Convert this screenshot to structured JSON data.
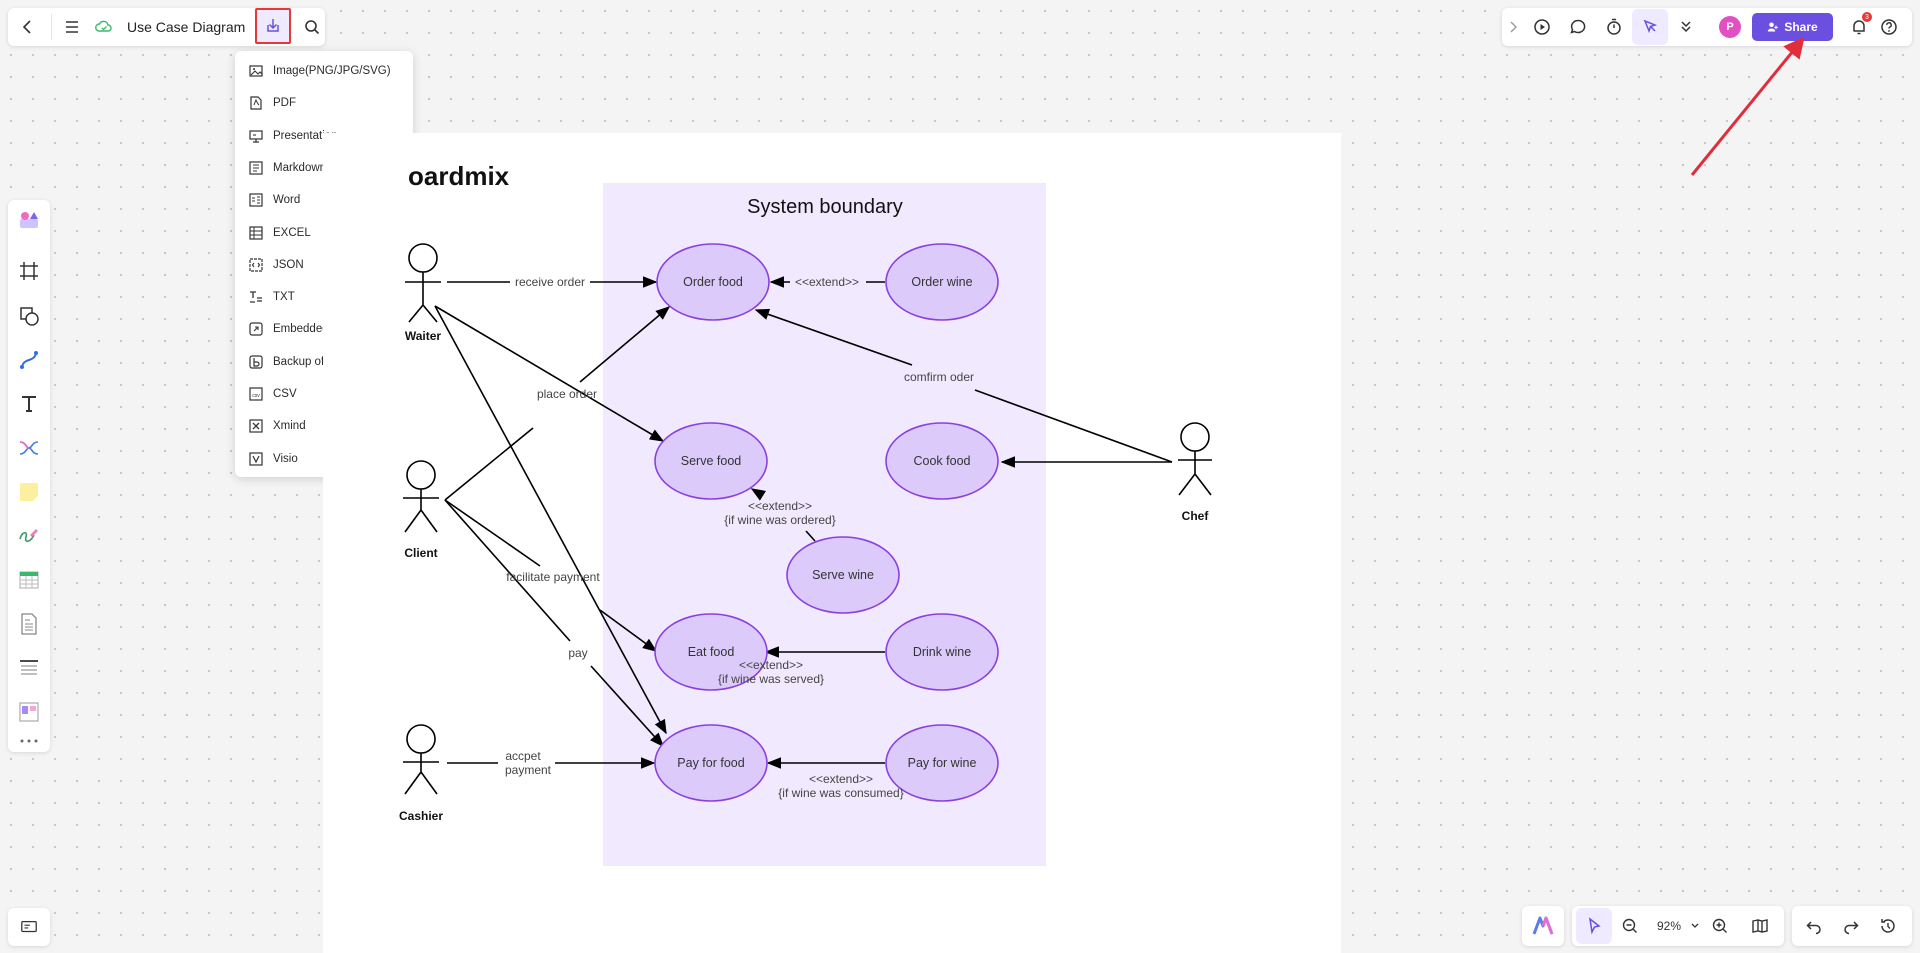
{
  "topbar": {
    "title": "Use Case Diagram"
  },
  "export_menu": {
    "items": [
      {
        "label": "Image(PNG/JPG/SVG)",
        "icon": "image-icon"
      },
      {
        "label": "PDF",
        "icon": "pdf-icon"
      },
      {
        "label": "Presentation",
        "icon": "presentation-icon"
      },
      {
        "label": "Markdown",
        "icon": "markdown-icon"
      },
      {
        "label": "Word",
        "icon": "word-icon"
      },
      {
        "label": "EXCEL",
        "icon": "excel-icon"
      },
      {
        "label": "JSON",
        "icon": "json-icon"
      },
      {
        "label": "TXT",
        "icon": "txt-icon"
      },
      {
        "label": "Embedded link",
        "icon": "link-icon"
      },
      {
        "label": "Backup of Boardmix",
        "icon": "backup-icon"
      },
      {
        "label": "CSV",
        "icon": "csv-icon"
      },
      {
        "label": "Xmind",
        "icon": "xmind-icon"
      },
      {
        "label": "Visio",
        "icon": "visio-icon"
      }
    ]
  },
  "right_toolbar": {
    "avatar_initial": "P",
    "share_label": "Share",
    "notification_count": "3"
  },
  "bottom_toolbar": {
    "zoom": "92%"
  },
  "colors": {
    "accent": "#6b4fe0",
    "highlight_box": "#e53935",
    "annotation_arrow": "#e02d3c",
    "system_boundary_fill": "#f1eaff",
    "usecase_fill": "#dccbfa",
    "usecase_stroke": "#8a3fe0"
  },
  "diagram": {
    "logo_text": "oardmix",
    "boundary_title": "System boundary",
    "actors": {
      "waiter": "Waiter",
      "client": "Client",
      "cashier": "Cashier",
      "chef": "Chef"
    },
    "use_cases": {
      "order_food": "Order food",
      "order_wine": "Order wine",
      "serve_food": "Serve food",
      "cook_food": "Cook food",
      "serve_wine": "Serve wine",
      "eat_food": "Eat food",
      "drink_wine": "Drink wine",
      "pay_food": "Pay for food",
      "pay_wine": "Pay for wine"
    },
    "labels": {
      "receive_order": "receive order",
      "extend_order": "<<extend>>",
      "confirm_order": "comfirm oder",
      "place_order": "place order",
      "extend_serve_1": "<<extend>>",
      "extend_serve_2": "{if wine was ordered}",
      "facilitate_payment": "facilitate payment",
      "pay": "pay",
      "extend_eat_1": "<<extend>>",
      "extend_eat_2": "{if wine was served}",
      "accept_payment_1": "accpet",
      "accept_payment_2": "payment",
      "extend_pay_1": "<<extend>>",
      "extend_pay_2": "{if wine was consumed}"
    }
  }
}
